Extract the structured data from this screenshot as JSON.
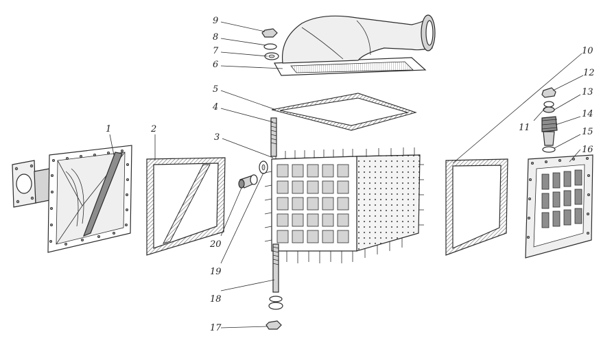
{
  "callouts": [
    {
      "id": "1",
      "label": "1"
    },
    {
      "id": "2",
      "label": "2"
    },
    {
      "id": "3",
      "label": "3"
    },
    {
      "id": "4",
      "label": "4"
    },
    {
      "id": "5",
      "label": "5"
    },
    {
      "id": "6",
      "label": "6"
    },
    {
      "id": "7",
      "label": "7"
    },
    {
      "id": "8",
      "label": "8"
    },
    {
      "id": "9",
      "label": "9"
    },
    {
      "id": "10",
      "label": "10"
    },
    {
      "id": "11",
      "label": "11"
    },
    {
      "id": "12",
      "label": "12"
    },
    {
      "id": "13",
      "label": "13"
    },
    {
      "id": "14",
      "label": "14"
    },
    {
      "id": "15",
      "label": "15"
    },
    {
      "id": "16",
      "label": "16"
    },
    {
      "id": "17",
      "label": "17"
    },
    {
      "id": "18",
      "label": "18"
    },
    {
      "id": "19",
      "label": "19"
    },
    {
      "id": "20",
      "label": "20"
    }
  ],
  "colors": {
    "ink": "#2b2b2b",
    "paper": "#ffffff"
  }
}
